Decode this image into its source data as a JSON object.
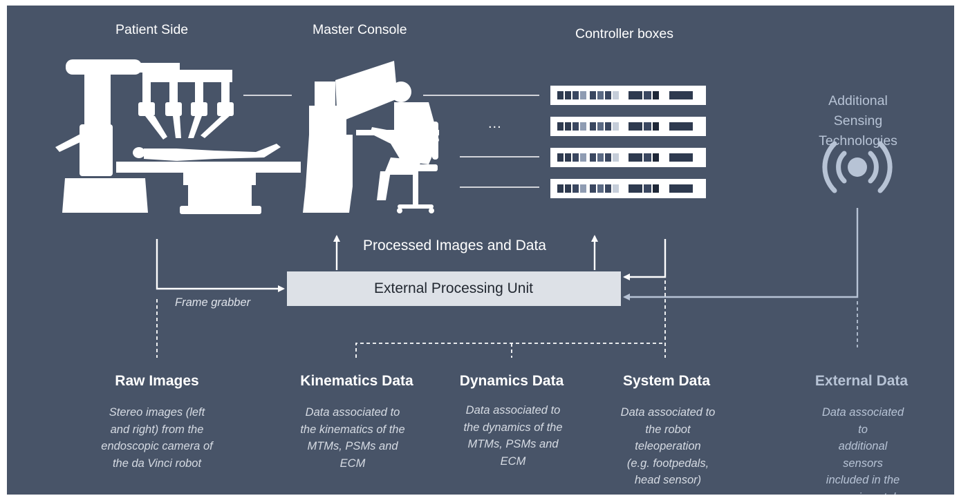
{
  "colors": {
    "background": "#485468",
    "foreground": "#ffffff",
    "external": "#b7c3d5",
    "box_fill": "#dde1e7"
  },
  "top_labels": {
    "patient_side": "Patient Side",
    "master_console": "Master Console",
    "controller_boxes": "Controller boxes",
    "additional_sensing": "Additional\nSensing Technologies",
    "ellipsis": "..."
  },
  "icons": [
    "patient-side-robot-icon",
    "master-console-icon",
    "controller-box-icon",
    "wireless-sensor-icon"
  ],
  "flow": {
    "processed_label": "Processed Images and Data",
    "processing_unit": "External Processing Unit",
    "frame_grabber": "Frame grabber"
  },
  "sections": [
    {
      "title": "Raw Images",
      "description": "Stereo images (left\nand right) from the\nendoscopic camera of\nthe da Vinci robot"
    },
    {
      "title": "Kinematics Data",
      "description": "Data associated to\nthe kinematics of the\nMTMs, PSMs and\nECM"
    },
    {
      "title": "Dynamics Data",
      "description": "Data associated to\nthe dynamics of the\nMTMs, PSMs and\nECM"
    },
    {
      "title": "System Data",
      "description": "Data associated to\nthe robot\nteleoperation\n(e.g. footpedals,\nhead sensor)"
    },
    {
      "title": "External Data",
      "description": "Data associated to\nadditional sensors\nincluded in the\nexperimental setup"
    }
  ]
}
